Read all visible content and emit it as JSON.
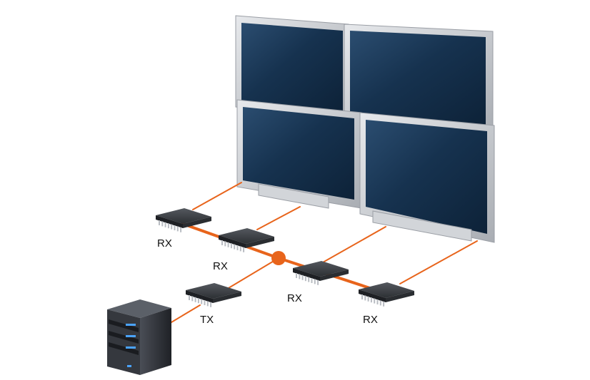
{
  "colors": {
    "link": "#e8641b",
    "hub": "#e8641b",
    "screen": "#1a3550",
    "bezel": "#c9ccd1",
    "chip": "#3a3d42",
    "server": "#2a2d33"
  },
  "icons": {
    "display": "monitor-icon",
    "module": "chip-icon",
    "source": "server-icon",
    "junction": "hub-dot-icon"
  },
  "modules": [
    {
      "label": "RX"
    },
    {
      "label": "RX"
    },
    {
      "label": "TX"
    },
    {
      "label": "RX"
    },
    {
      "label": "RX"
    }
  ]
}
